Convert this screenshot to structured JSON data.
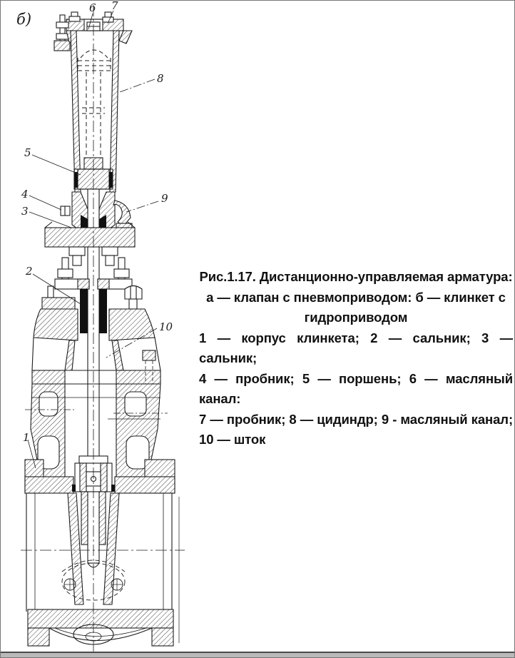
{
  "page": {
    "paper": "#ffffff",
    "ink": "#1c1c1c",
    "border": "#777777",
    "bottom_band": "#b9b9b9"
  },
  "figure": {
    "panel_label": "б)",
    "part_labels": [
      {
        "num": "6"
      },
      {
        "num": "7"
      },
      {
        "num": "8"
      },
      {
        "num": "5"
      },
      {
        "num": "4"
      },
      {
        "num": "3"
      },
      {
        "num": "9"
      },
      {
        "num": "2"
      },
      {
        "num": "10"
      },
      {
        "num": "1"
      }
    ]
  },
  "caption": {
    "line1": "Рис.1.17. Дистанционно-управляемая арматура:",
    "line2": "а — клапан с пневмоприводом: б — клинкет с",
    "line3": "гидроприводом",
    "line4": "1 — корпус клинкета; 2 — сальник; 3 — сальник;",
    "line5": "4 — пробник; 5 — поршень; 6 — масляный канал:",
    "line6": "7 — пробник; 8 — цидиндр; 9 - масляный канал;",
    "line7": "10 — шток"
  }
}
